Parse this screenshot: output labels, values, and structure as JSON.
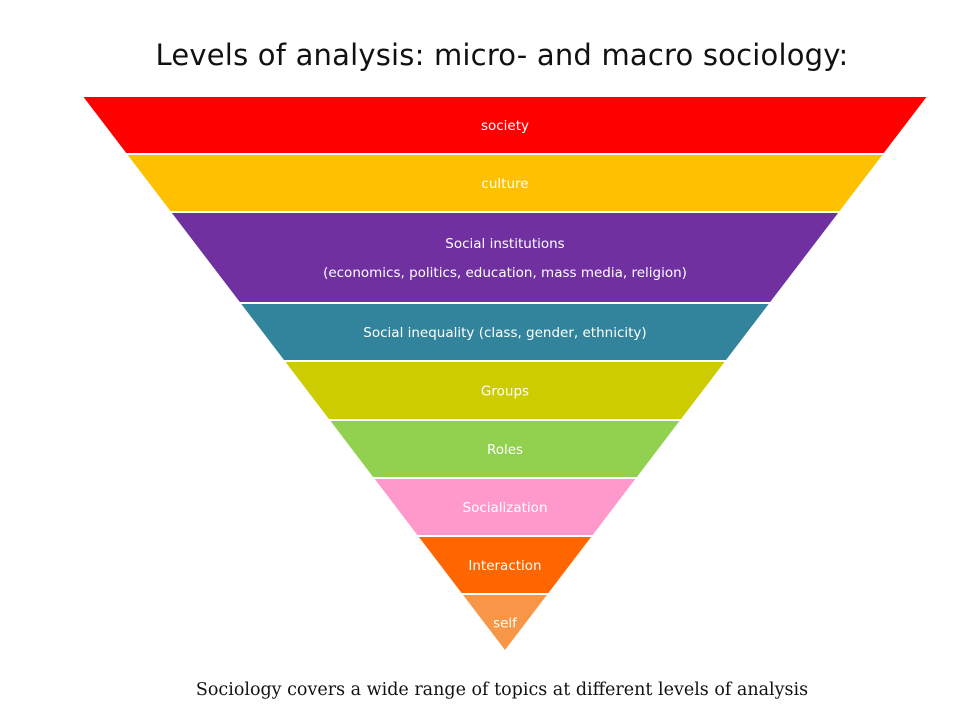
{
  "title": "Levels of analysis: micro- and macro sociology:",
  "caption": "Sociology covers a wide range of topics at different levels of analysis",
  "levels": [
    {
      "lines": [
        "society"
      ],
      "color": "#ff0000"
    },
    {
      "lines": [
        "culture"
      ],
      "color": "#ffc000"
    },
    {
      "lines": [
        "Social institutions",
        "(economics, politics, education, mass media, religion)"
      ],
      "color": "#7030a0"
    },
    {
      "lines": [
        "Social inequality (class, gender, ethnicity)"
      ],
      "color": "#31849b"
    },
    {
      "lines": [
        "Groups"
      ],
      "color": "#cccc00"
    },
    {
      "lines": [
        "Roles"
      ],
      "color": "#92d050"
    },
    {
      "lines": [
        "Socialization"
      ],
      "color": "#ff99cc"
    },
    {
      "lines": [
        "Interaction"
      ],
      "color": "#ff6600"
    },
    {
      "lines": [
        "self"
      ],
      "color": "#f79646"
    }
  ]
}
